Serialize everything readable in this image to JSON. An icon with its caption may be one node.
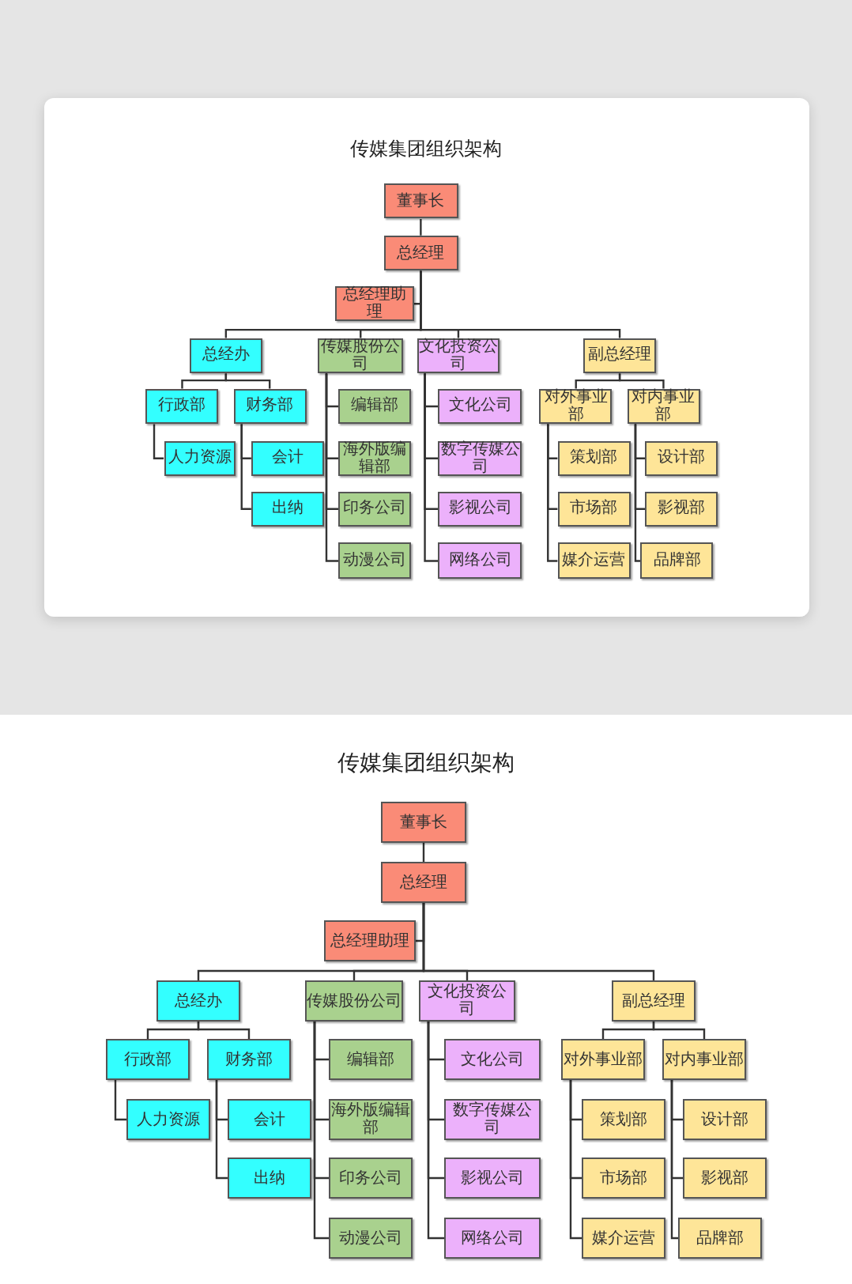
{
  "diagram": {
    "title": "传媒集团组织架构",
    "nodes": [
      {
        "text": [
          "董事长"
        ]
      },
      {
        "text": [
          "总经理"
        ]
      },
      {
        "text": [
          "总经理助理"
        ]
      },
      {
        "text": [
          "总经办"
        ]
      },
      {
        "text": [
          "传媒股份公司"
        ]
      },
      {
        "text": [
          "文化投资公司"
        ]
      },
      {
        "text": [
          "副总经理"
        ]
      },
      {
        "text": [
          "行政部"
        ]
      },
      {
        "text": [
          "财务部"
        ]
      },
      {
        "text": [
          "人力资源"
        ]
      },
      {
        "text": [
          "会计"
        ]
      },
      {
        "text": [
          "出纳"
        ]
      },
      {
        "text": [
          "编辑部"
        ]
      },
      {
        "text": [
          "海外版编辑部"
        ]
      },
      {
        "text": [
          "印务公司"
        ]
      },
      {
        "text": [
          "动漫公司"
        ]
      },
      {
        "text": [
          "文化公司"
        ]
      },
      {
        "text": [
          "数字传媒公司"
        ]
      },
      {
        "text": [
          "影视公司"
        ]
      },
      {
        "text": [
          "网络公司"
        ]
      },
      {
        "text": [
          "对外事业部"
        ]
      },
      {
        "text": [
          "对内事业部"
        ]
      },
      {
        "text": [
          "策划部"
        ]
      },
      {
        "text": [
          "市场部"
        ]
      },
      {
        "text": [
          "媒介运营"
        ]
      },
      {
        "text": [
          "设计部"
        ]
      },
      {
        "text": [
          "影视部"
        ]
      },
      {
        "text": [
          "品牌部"
        ]
      },
      {
        "text": [
          "董事长"
        ]
      },
      {
        "text": [
          "总经理"
        ]
      },
      {
        "text": [
          "总经理助理"
        ]
      },
      {
        "text": [
          "总经办"
        ]
      },
      {
        "text": [
          "传媒股份公司"
        ]
      },
      {
        "text": [
          "文化投资公司"
        ]
      },
      {
        "text": [
          "副总经理"
        ]
      },
      {
        "text": [
          "行政部"
        ]
      },
      {
        "text": [
          "财务部"
        ]
      },
      {
        "text": [
          "人力资源"
        ]
      },
      {
        "text": [
          "会计"
        ]
      },
      {
        "text": [
          "出纳"
        ]
      },
      {
        "text": [
          "编辑部"
        ]
      },
      {
        "text": [
          "海外版编辑部"
        ]
      },
      {
        "text": [
          "印务公司"
        ]
      },
      {
        "text": [
          "动漫公司"
        ]
      },
      {
        "text": [
          "文化公司"
        ]
      },
      {
        "text": [
          "数字传媒公司"
        ]
      },
      {
        "text": [
          "影视公司"
        ]
      },
      {
        "text": [
          "网络公司"
        ]
      },
      {
        "text": [
          "对外事业部"
        ]
      },
      {
        "text": [
          "对内事业部"
        ]
      },
      {
        "text": [
          "策划部"
        ]
      },
      {
        "text": [
          "市场部"
        ]
      },
      {
        "text": [
          "媒介运营"
        ]
      },
      {
        "text": [
          "设计部"
        ]
      },
      {
        "text": [
          "影视部"
        ]
      },
      {
        "text": [
          "品牌部"
        ]
      }
    ],
    "edges": [
      {
        "from": 0,
        "to": 1,
        "arrow": "none"
      },
      {
        "from": 1,
        "to": 2,
        "arrow": "none"
      },
      {
        "from": 1,
        "to": 3,
        "arrow": "none"
      },
      {
        "from": 1,
        "to": 4,
        "arrow": "none"
      },
      {
        "from": 1,
        "to": 5,
        "arrow": "none"
      },
      {
        "from": 1,
        "to": 6,
        "arrow": "none"
      },
      {
        "from": 3,
        "to": 7,
        "arrow": "none"
      },
      {
        "from": 3,
        "to": 8,
        "arrow": "none"
      },
      {
        "from": 7,
        "to": 9,
        "arrow": "none"
      },
      {
        "from": 8,
        "to": 10,
        "arrow": "none"
      },
      {
        "from": 8,
        "to": 11,
        "arrow": "none"
      },
      {
        "from": 4,
        "to": 12,
        "arrow": "none"
      },
      {
        "from": 4,
        "to": 13,
        "arrow": "none"
      },
      {
        "from": 4,
        "to": 14,
        "arrow": "none"
      },
      {
        "from": 4,
        "to": 15,
        "arrow": "none"
      },
      {
        "from": 5,
        "to": 16,
        "arrow": "none"
      },
      {
        "from": 5,
        "to": 17,
        "arrow": "none"
      },
      {
        "from": 5,
        "to": 18,
        "arrow": "none"
      },
      {
        "from": 5,
        "to": 19,
        "arrow": "none"
      },
      {
        "from": 6,
        "to": 20,
        "arrow": "none"
      },
      {
        "from": 6,
        "to": 21,
        "arrow": "none"
      },
      {
        "from": 20,
        "to": 22,
        "arrow": "none"
      },
      {
        "from": 20,
        "to": 23,
        "arrow": "none"
      },
      {
        "from": 20,
        "to": 24,
        "arrow": "none"
      },
      {
        "from": 21,
        "to": 25,
        "arrow": "none"
      },
      {
        "from": 21,
        "to": 26,
        "arrow": "none"
      },
      {
        "from": 21,
        "to": 27,
        "arrow": "none"
      },
      {
        "from": 28,
        "to": 29,
        "arrow": "none"
      },
      {
        "from": 29,
        "to": 30,
        "arrow": "none"
      },
      {
        "from": 29,
        "to": 31,
        "arrow": "none"
      },
      {
        "from": 29,
        "to": 32,
        "arrow": "none"
      },
      {
        "from": 29,
        "to": 33,
        "arrow": "none"
      },
      {
        "from": 29,
        "to": 34,
        "arrow": "none"
      },
      {
        "from": 31,
        "to": 35,
        "arrow": "none"
      },
      {
        "from": 31,
        "to": 36,
        "arrow": "none"
      },
      {
        "from": 35,
        "to": 37,
        "arrow": "none"
      },
      {
        "from": 36,
        "to": 38,
        "arrow": "none"
      },
      {
        "from": 36,
        "to": 39,
        "arrow": "none"
      },
      {
        "from": 32,
        "to": 40,
        "arrow": "none"
      },
      {
        "from": 32,
        "to": 41,
        "arrow": "none"
      },
      {
        "from": 32,
        "to": 42,
        "arrow": "none"
      },
      {
        "from": 32,
        "to": 43,
        "arrow": "none"
      },
      {
        "from": 33,
        "to": 44,
        "arrow": "none"
      },
      {
        "from": 33,
        "to": 45,
        "arrow": "none"
      },
      {
        "from": 33,
        "to": 46,
        "arrow": "none"
      },
      {
        "from": 33,
        "to": 47,
        "arrow": "none"
      },
      {
        "from": 34,
        "to": 48,
        "arrow": "none"
      },
      {
        "from": 34,
        "to": 49,
        "arrow": "none"
      },
      {
        "from": 48,
        "to": 50,
        "arrow": "none"
      },
      {
        "from": 48,
        "to": 51,
        "arrow": "none"
      },
      {
        "from": 48,
        "to": 52,
        "arrow": "none"
      },
      {
        "from": 49,
        "to": 53,
        "arrow": "none"
      },
      {
        "from": 49,
        "to": 54,
        "arrow": "none"
      },
      {
        "from": 49,
        "to": 55,
        "arrow": "none"
      }
    ],
    "labels": [
      "传媒集团组织架构"
    ]
  }
}
